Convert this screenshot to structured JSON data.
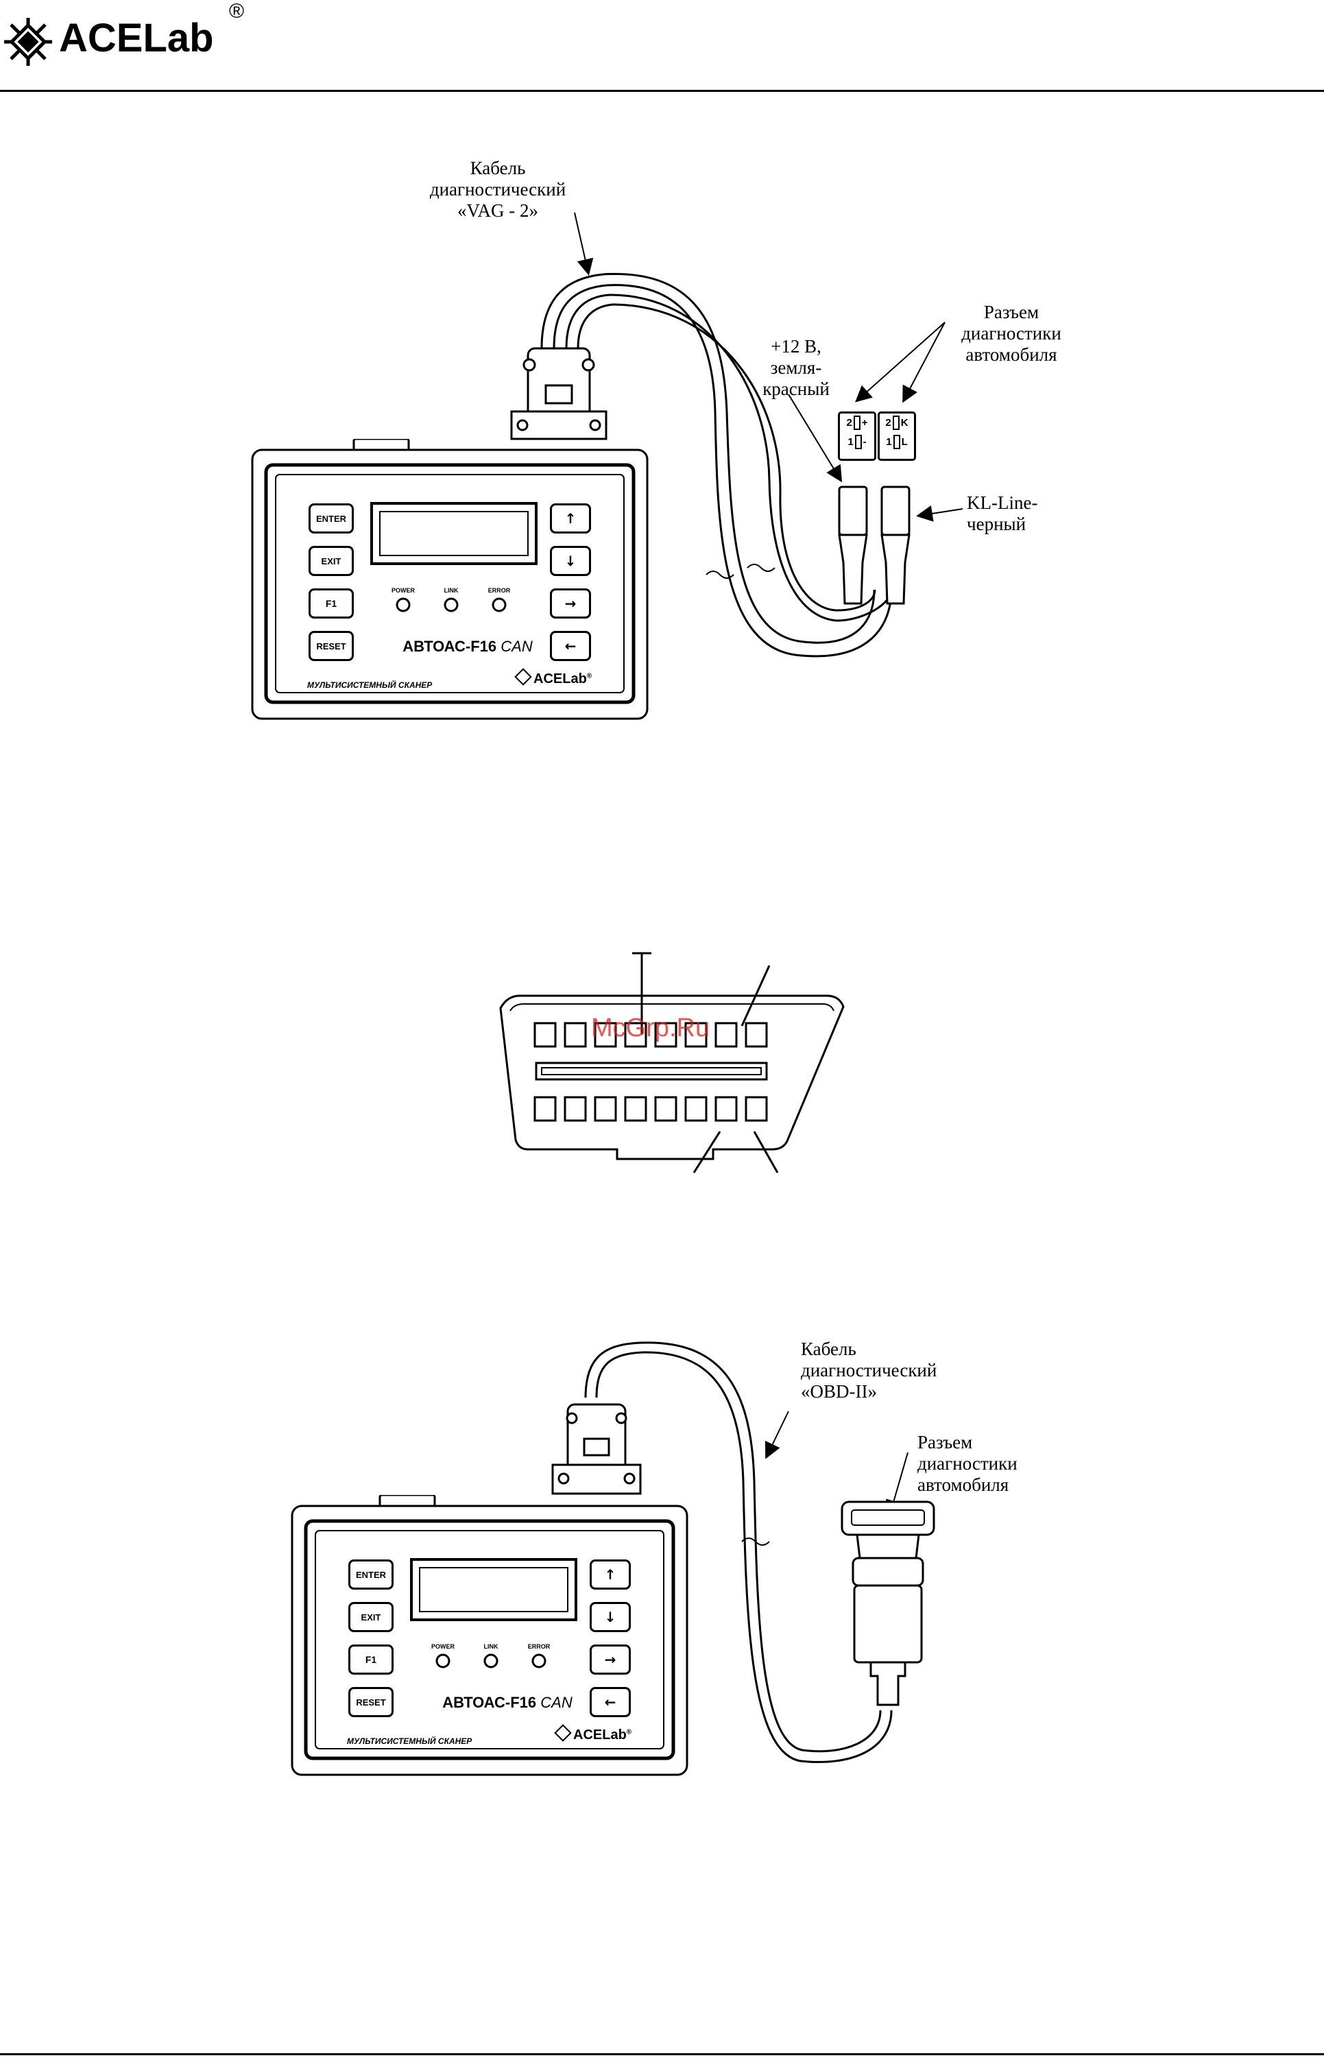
{
  "header": {
    "brand": "ACELab",
    "registered_mark": "®"
  },
  "figure1": {
    "cable_label": [
      "Кабель",
      "диагностический",
      "«VAG - 2»"
    ],
    "connector_label": [
      "Разъем",
      "диагностики",
      "автомобиля"
    ],
    "power_label": [
      "+12 В,",
      "земля-",
      "красный"
    ],
    "kl_label": [
      "KL-Line-",
      "черный"
    ],
    "pin_left": [
      "2",
      "+",
      "1",
      "-"
    ],
    "pin_right": [
      "2",
      "K",
      "1",
      "L"
    ]
  },
  "figure2": {
    "watermark": "McGrp.Ru"
  },
  "figure3": {
    "cable_label": [
      "Кабель",
      "диагностический",
      "«OBD-II»"
    ],
    "connector_label": [
      "Разъем",
      "диагностики",
      "автомобиля"
    ]
  },
  "scanner": {
    "buttons_left": [
      "ENTER",
      "EXIT",
      "F1",
      "RESET"
    ],
    "buttons_right": [
      "↑",
      "↓",
      "→",
      "←"
    ],
    "leds": [
      "POWER",
      "LINK",
      "ERROR"
    ],
    "model": "АВТОАС-F16",
    "model_suffix": "CAN",
    "subtitle": "МУЛЬТИСИСТЕМНЫЙ СКАНЕР",
    "brand": "ACELab",
    "registered_mark": "®"
  },
  "colors": {
    "ink": "#000000",
    "paper": "#ffffff",
    "watermark": "#dc1e1e"
  }
}
